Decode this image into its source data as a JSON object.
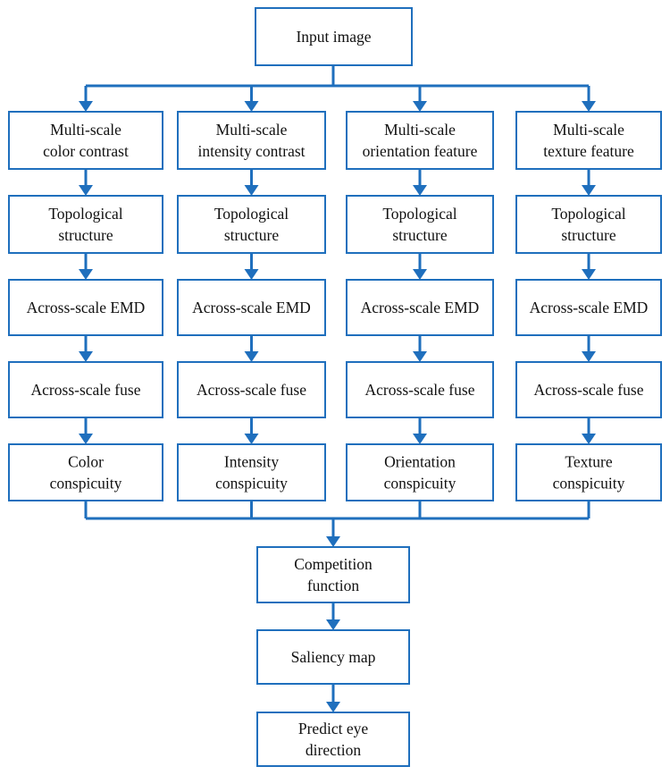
{
  "diagram": {
    "colors": {
      "box_border": "#1f6fbd",
      "connector": "#1f6fbd",
      "text": "#111111",
      "background": "#ffffff"
    },
    "input": {
      "lines": [
        "Input image"
      ]
    },
    "columns": [
      {
        "feature": [
          "Multi-scale",
          "color contrast"
        ],
        "topology": [
          "Topological",
          "structure"
        ],
        "emd": [
          "Across-scale EMD"
        ],
        "fuse": [
          "Across-scale fuse"
        ],
        "conspicuity": [
          "Color",
          "conspicuity"
        ]
      },
      {
        "feature": [
          "Multi-scale",
          "intensity contrast"
        ],
        "topology": [
          "Topological",
          "structure"
        ],
        "emd": [
          "Across-scale EMD"
        ],
        "fuse": [
          "Across-scale fuse"
        ],
        "conspicuity": [
          "Intensity",
          "conspicuity"
        ]
      },
      {
        "feature": [
          "Multi-scale",
          "orientation feature"
        ],
        "topology": [
          "Topological",
          "structure"
        ],
        "emd": [
          "Across-scale EMD"
        ],
        "fuse": [
          "Across-scale fuse"
        ],
        "conspicuity": [
          "Orientation",
          "conspicuity"
        ]
      },
      {
        "feature": [
          "Multi-scale",
          "texture feature"
        ],
        "topology": [
          "Topological",
          "structure"
        ],
        "emd": [
          "Across-scale EMD"
        ],
        "fuse": [
          "Across-scale fuse"
        ],
        "conspicuity": [
          "Texture",
          "conspicuity"
        ]
      }
    ],
    "competition": {
      "lines": [
        "Competition",
        "function"
      ]
    },
    "saliency": {
      "lines": [
        "Saliency map"
      ]
    },
    "predict": {
      "lines": [
        "Predict eye",
        "direction"
      ]
    }
  }
}
